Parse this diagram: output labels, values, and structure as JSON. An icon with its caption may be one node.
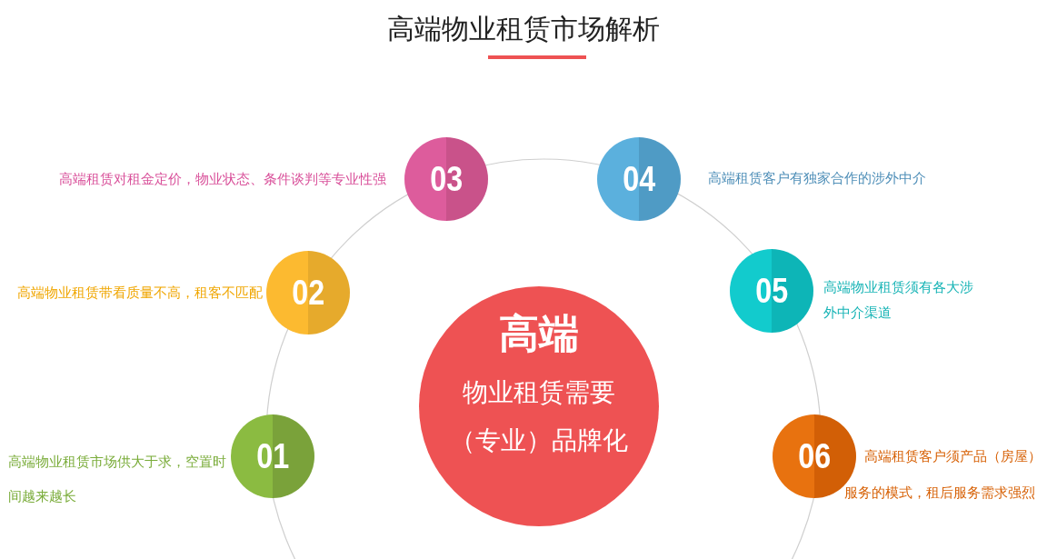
{
  "diagram": {
    "title": "高端物业租赁市场解析",
    "nodes": [
      {
        "text": [
          "03"
        ],
        "beside": [
          "高端租赁对租金定价，物业状态、条件谈判等专业性强"
        ]
      },
      {
        "text": [
          "04"
        ],
        "beside": [
          "高端租赁客户有独家合作的涉外中介"
        ]
      },
      {
        "text": [
          "02"
        ],
        "beside": [
          "高端物业租赁带看质量不高，租客不匹配"
        ]
      },
      {
        "text": [
          "05"
        ],
        "beside": [
          "高端物业租赁须有各大涉外中介渠道"
        ]
      },
      {
        "text": [
          "高端",
          "物业租赁需要（专业）品牌化"
        ]
      },
      {
        "text": [
          "01"
        ],
        "beside": [
          "高端物业租赁市场供大于求，空置时间越来越长"
        ]
      },
      {
        "text": [
          "06"
        ],
        "beside": [
          "高端租赁客户须产品（房屋）服务的模式，租后服务需求强烈"
        ]
      }
    ]
  }
}
